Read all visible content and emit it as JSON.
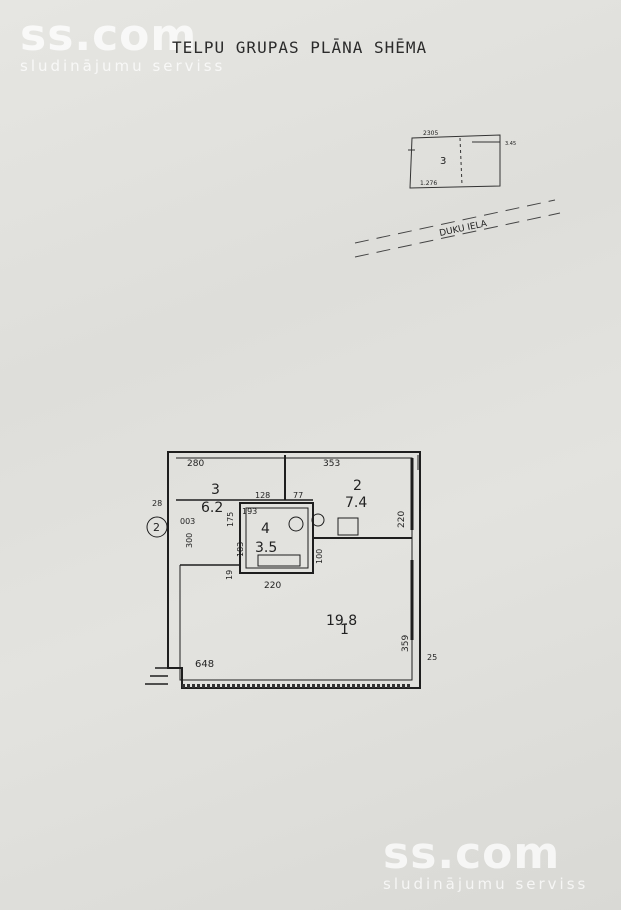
{
  "watermark": {
    "brand": "ss.com",
    "tagline": "sludinājumu serviss"
  },
  "title": "TELPU GRUPAS PLĀNA SHĒMA",
  "site_plan": {
    "street": "DUKU IELA",
    "room_number": "3",
    "labels": [
      "2305",
      "1.276",
      "3.45"
    ]
  },
  "apartment_number": "2",
  "rooms": [
    {
      "number": "1",
      "area": "19.8"
    },
    {
      "number": "2",
      "area": "7.4"
    },
    {
      "number": "3",
      "area": "6.2"
    },
    {
      "number": "4",
      "area": "3.5"
    }
  ],
  "dimensions": {
    "top_left": "280",
    "top_right": "353",
    "hall_mid": "128",
    "hall_right": "77",
    "bath_w": "193",
    "bath_h": "175",
    "bath_h2": "183",
    "left_small": "28",
    "left_h": "300",
    "wall_19": "19",
    "hall_bottom": "220",
    "door_100": "100",
    "kitchen_h": "220",
    "living_w": "648",
    "living_h": "359",
    "wall_25": "25",
    "code": "003"
  }
}
